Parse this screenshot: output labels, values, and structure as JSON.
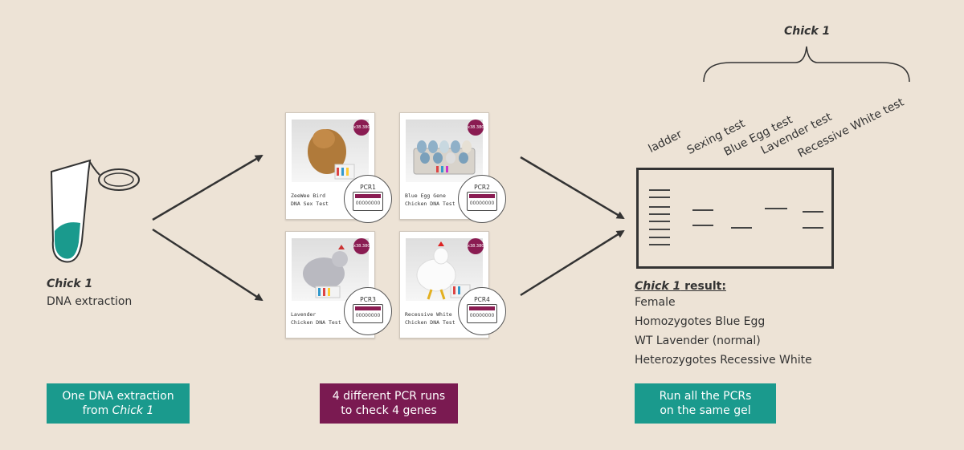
{
  "left": {
    "sample_label": "Chick 1",
    "extraction_label": "DNA extraction"
  },
  "kits": [
    {
      "id": "pcr1",
      "name_line1": "ZeeWee Bird",
      "name_line2": "DNA Sex Test",
      "badge": "x38.380",
      "pcr": "PCR1"
    },
    {
      "id": "pcr2",
      "name_line1": "Blue Egg Gene",
      "name_line2": "Chicken DNA Test",
      "badge": "x38.380",
      "pcr": "PCR2"
    },
    {
      "id": "pcr3",
      "name_line1": "Lavender",
      "name_line2": "Chicken DNA Test",
      "badge": "x38.380",
      "pcr": "PCR3"
    },
    {
      "id": "pcr4",
      "name_line1": "Recessive White",
      "name_line2": "Chicken DNA Test",
      "badge": "x38.380",
      "pcr": "PCR4"
    }
  ],
  "plate_wells": "00000000",
  "gel": {
    "header": "Chick 1",
    "lanes": [
      "ladder",
      "Sexing test",
      "Blue Egg test",
      "Lavender test",
      "Recessive White test"
    ]
  },
  "result": {
    "title_italic": "Chick 1",
    "title_rest": " result:",
    "items": [
      "Female",
      "Homozygotes Blue Egg",
      "WT Lavender (normal)",
      "Heterozygotes Recessive White"
    ]
  },
  "steps": {
    "step1_line1": "One DNA extraction",
    "step1_line2_prefix": "from ",
    "step1_line2_italic": "Chick 1",
    "step2_line1": "4 different PCR runs",
    "step2_line2": "to check 4 genes",
    "step3_line1": "Run all the PCRs",
    "step3_line2": "on the same gel"
  },
  "colors": {
    "background": "#ede3d6",
    "teal": "#1a9a8d",
    "plum": "#7a1a51",
    "ink": "#333333"
  }
}
